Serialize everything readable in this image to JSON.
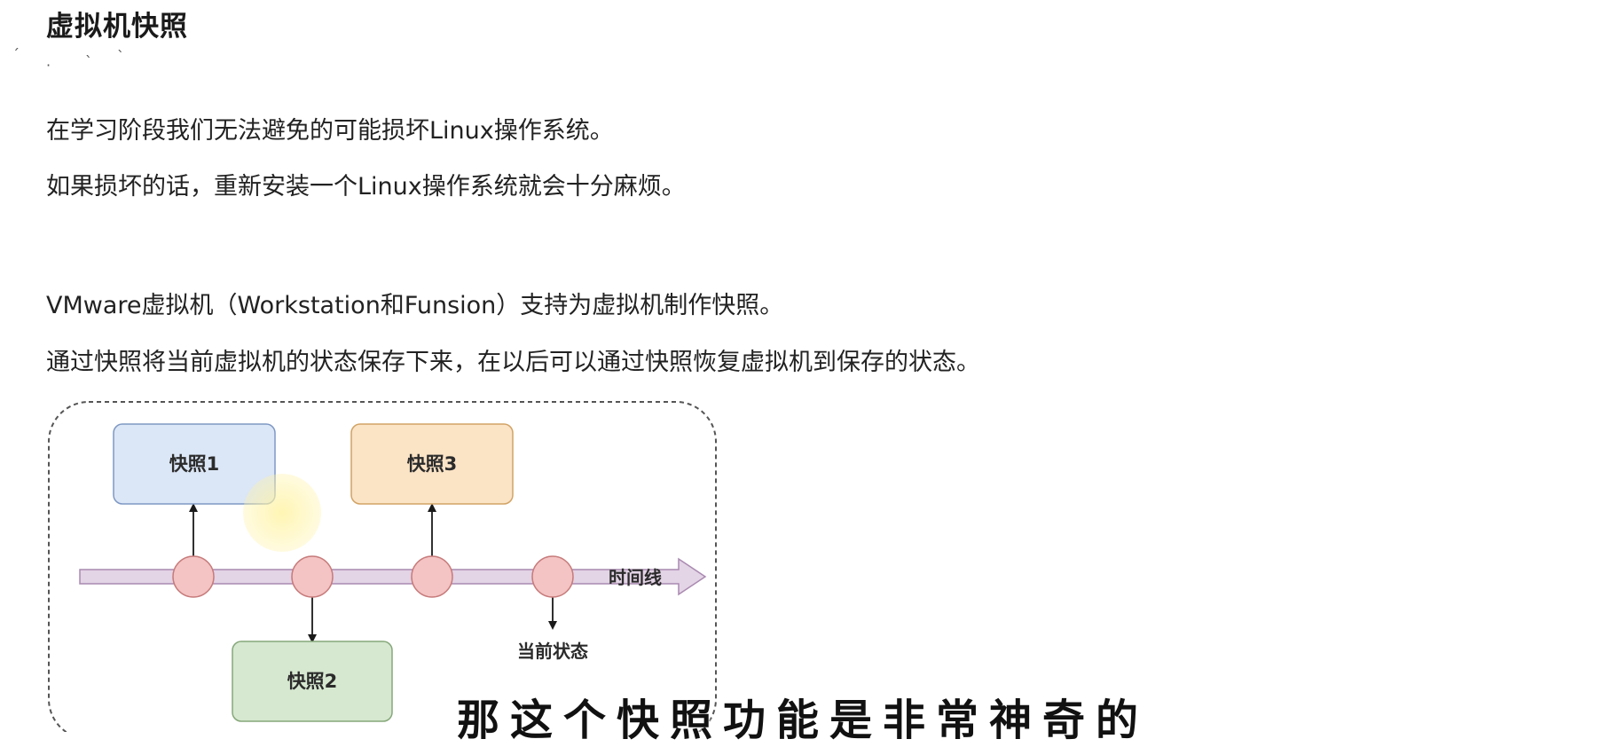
{
  "title": "虚拟机快照",
  "paragraphs": [
    "在学习阶段我们无法避免的可能损坏Linux操作系统。",
    "如果损坏的话，重新安装一个Linux操作系统就会十分麻烦。",
    "VMware虚拟机（Workstation和Funsion）支持为虚拟机制作快照。",
    "通过快照将当前虚拟机的状态保存下来，在以后可以通过快照恢复虚拟机到保存的状态。"
  ],
  "diagram": {
    "snapshot1": "快照1",
    "snapshot2": "快照2",
    "snapshot3": "快照3",
    "timeline": "时间线",
    "current_state": "当前状态",
    "colors": {
      "snapshot1_fill": "#dbe6f6",
      "snapshot1_stroke": "#7f98c4",
      "snapshot2_fill": "#d6e8d0",
      "snapshot2_stroke": "#86a77a",
      "snapshot3_fill": "#fbe3c6",
      "snapshot3_stroke": "#d2a365",
      "timeline_fill": "#e3d4e6",
      "timeline_stroke": "#a98ab0",
      "point_fill": "#f4c3c3",
      "point_stroke": "#c77b7b"
    }
  },
  "subtitle": "那这个快照功能是非常神奇的"
}
